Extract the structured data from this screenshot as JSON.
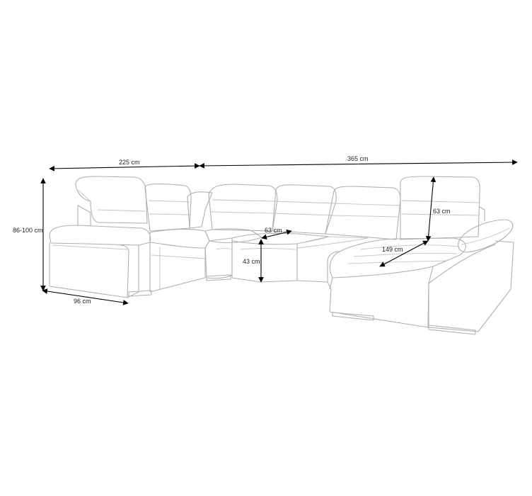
{
  "diagram": {
    "labels": {
      "width_left": "225 cm",
      "width_right": "365 cm",
      "height_total": "86-100 cm",
      "depth_left": "96 cm",
      "seat_depth": "63 cm",
      "seat_height": "43 cm",
      "backrest_height": "63 cm",
      "chaise_length": "149 cm"
    },
    "colors": {
      "outline": "#b0b0b0",
      "dimension": "#000000"
    }
  }
}
